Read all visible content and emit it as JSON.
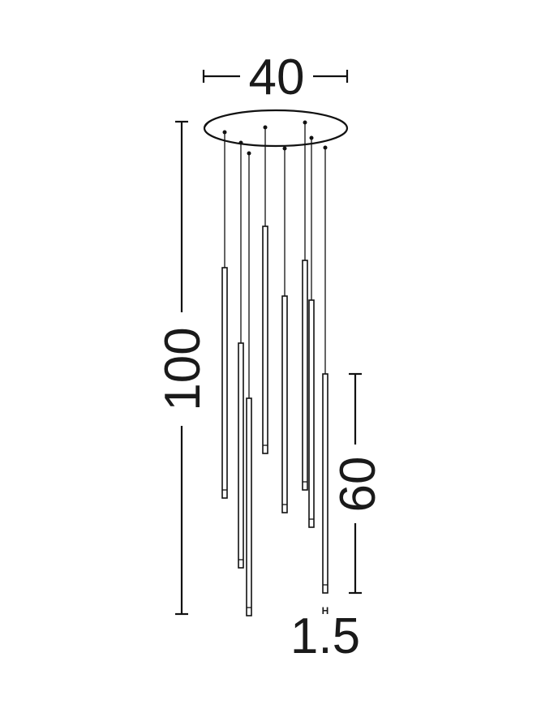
{
  "dimensions": {
    "width_label": "40",
    "height_label": "100",
    "tube_length_label": "60",
    "tube_diameter_label": "1.5",
    "diameter_marker": "H"
  }
}
